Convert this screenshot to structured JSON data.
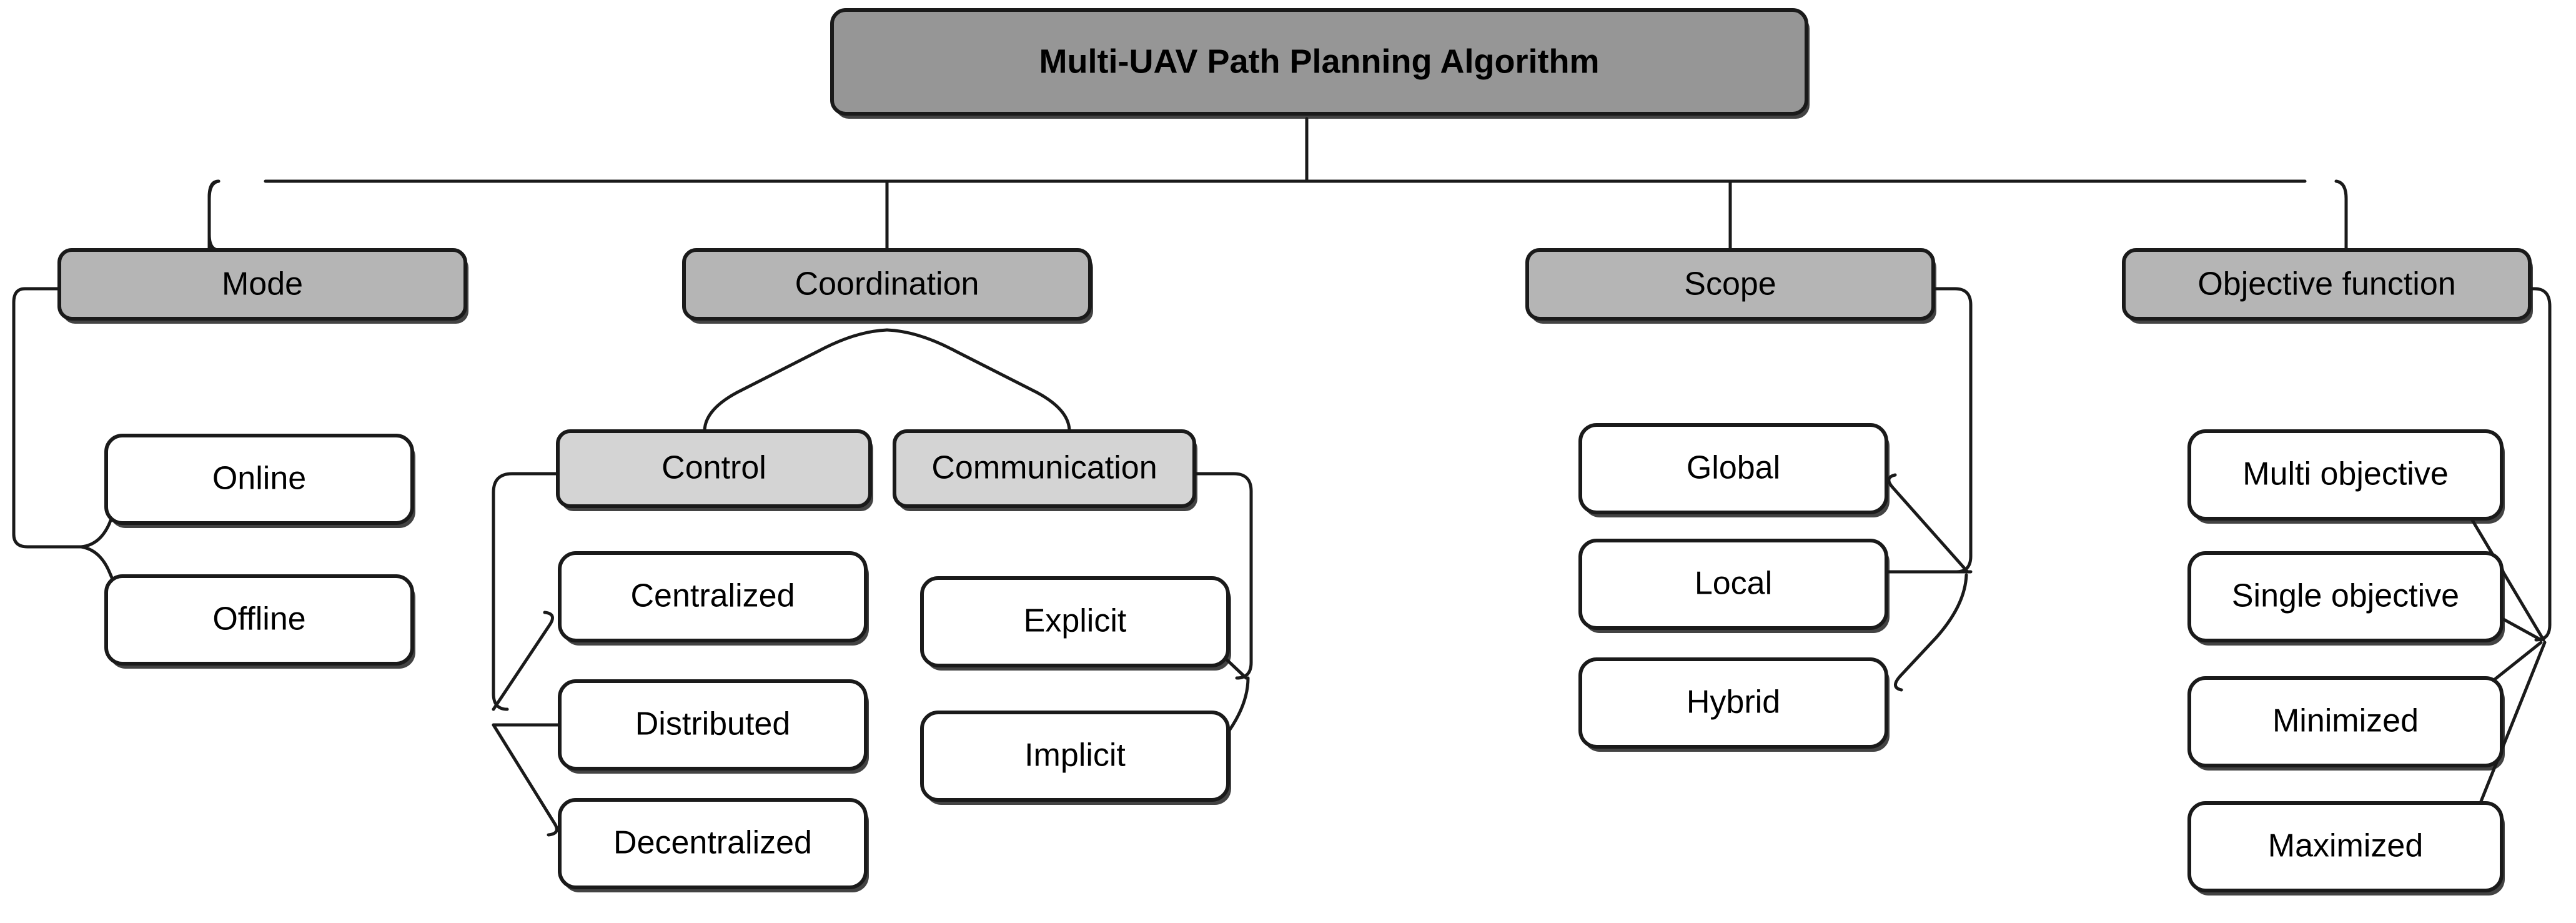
{
  "diagram": {
    "title": "Multi-UAV Path Planning Algorithm taxonomy",
    "colors": {
      "root_fill": "#969696",
      "level2_fill": "#b5b5b5",
      "level3_fill": "#d4d4d4",
      "leaf_fill": "#ffffff",
      "stroke": "#1a1a1a",
      "background": "#ffffff"
    },
    "root": {
      "label": "Multi-UAV Path Planning Algorithm"
    },
    "branches": [
      {
        "label": "Mode",
        "children": [
          {
            "label": "Online"
          },
          {
            "label": "Offline"
          }
        ]
      },
      {
        "label": "Coordination",
        "subgroups": [
          {
            "label": "Control",
            "children": [
              {
                "label": "Centralized"
              },
              {
                "label": "Distributed"
              },
              {
                "label": "Decentralized"
              }
            ]
          },
          {
            "label": "Communication",
            "children": [
              {
                "label": "Explicit"
              },
              {
                "label": "Implicit"
              }
            ]
          }
        ]
      },
      {
        "label": "Scope",
        "children": [
          {
            "label": "Global"
          },
          {
            "label": "Local"
          },
          {
            "label": "Hybrid"
          }
        ]
      },
      {
        "label": "Objective function",
        "children": [
          {
            "label": "Multi objective"
          },
          {
            "label": "Single objective"
          },
          {
            "label": "Minimized"
          },
          {
            "label": "Maximized"
          }
        ]
      }
    ]
  }
}
